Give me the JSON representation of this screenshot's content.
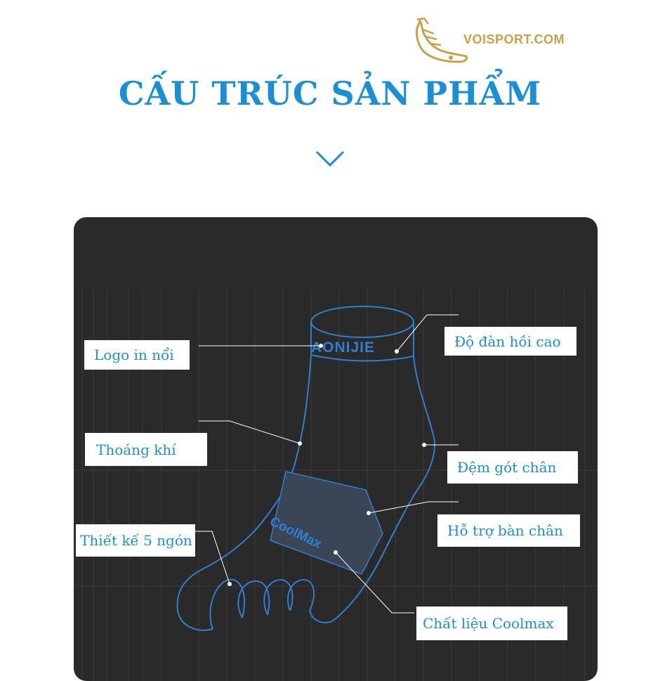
{
  "brand": {
    "name": "VOISPORT.COM",
    "logo_icon": "running-shoe-icon",
    "color": "#c9a14a"
  },
  "header": {
    "title": "CẤU TRÚC SẢN PHẨM",
    "chevron_icon": "chevron-down-icon",
    "accent": "#1b8fd6"
  },
  "diagram": {
    "panel_color": "#2a2a2a",
    "sock_brand": "AONIJIE",
    "band_text": "CoolMax",
    "labels": {
      "logo": "Logo in nổi",
      "elastic": "Độ đàn hồi cao",
      "breathable": "Thoáng khí",
      "heel": "Đệm gót chân",
      "support": "Hỗ trợ bàn chân",
      "toes": "Thiết kế 5 ngón",
      "material": "Chất liệu Coolmax"
    }
  }
}
